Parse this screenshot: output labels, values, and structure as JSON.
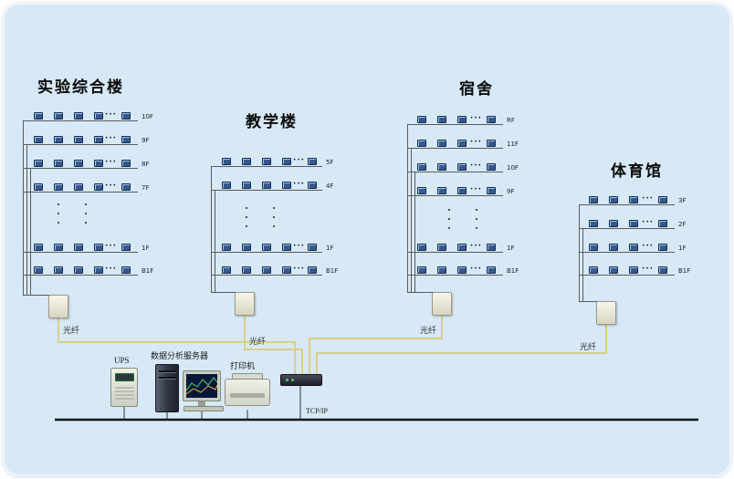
{
  "diagram": {
    "buildings": [
      {
        "name": "实验综合楼",
        "floors": [
          "10F",
          "9F",
          "8F",
          "7F",
          "1F",
          "B1F"
        ]
      },
      {
        "name": "教学楼",
        "floors": [
          "5F",
          "4F",
          "1F",
          "B1F"
        ]
      },
      {
        "name": "宿舍",
        "floors": [
          "RF",
          "11F",
          "10F",
          "9F",
          "1F",
          "B1F"
        ]
      },
      {
        "name": "体育馆",
        "floors": [
          "3F",
          "2F",
          "1F",
          "B1F"
        ]
      }
    ],
    "fiber_label": "光纤",
    "ellipsis": "···",
    "bottom": {
      "ups": "UPS",
      "server": "数据分析服务器",
      "printer": "打印机",
      "network": "TCP/IP"
    }
  },
  "colors": {
    "background": "#d7e9f6",
    "fiber": "#d8cf8a",
    "bus": "#141414",
    "device": "#35598f",
    "converter_box": "#ece8d8"
  }
}
